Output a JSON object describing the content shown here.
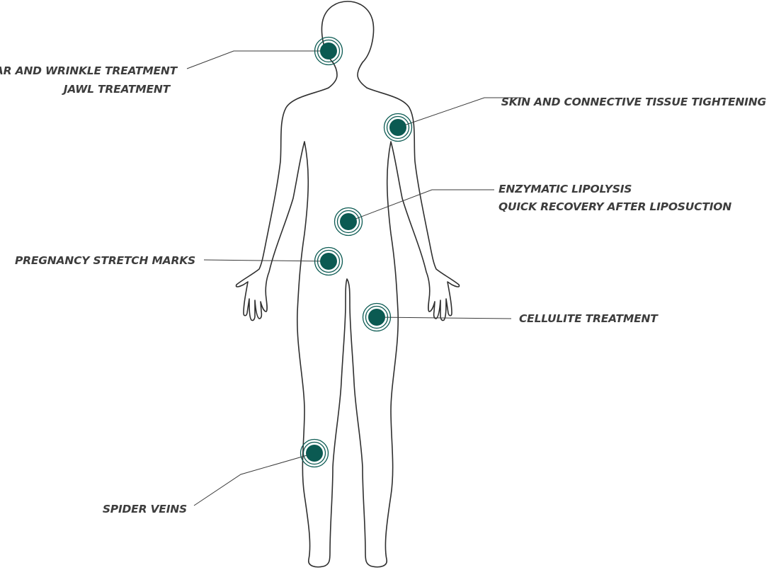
{
  "colors": {
    "marker": "#0b5a52",
    "ring": "#0b5a52",
    "label_text": "#3d3d3d",
    "outline": "#2f2f2f"
  },
  "figure": {
    "icon": "female-body-outline-icon"
  },
  "annotations": [
    {
      "id": "face",
      "lines": [
        "SCAR AND WRINKLE TREATMENT",
        "JAWL TREATMENT"
      ]
    },
    {
      "id": "shoulder",
      "lines": [
        "SKIN AND CONNECTIVE  TISSUE TIGHTENING"
      ]
    },
    {
      "id": "abdomen",
      "lines": [
        "ENZYMATIC LIPOLYSIS",
        "QUICK RECOVERY AFTER LIPOSUCTION"
      ]
    },
    {
      "id": "hip",
      "lines": [
        "PREGNANCY STRETCH MARKS"
      ]
    },
    {
      "id": "thigh",
      "lines": [
        "CELLULITE TREATMENT"
      ]
    },
    {
      "id": "calf",
      "lines": [
        "SPIDER VEINS"
      ]
    }
  ]
}
